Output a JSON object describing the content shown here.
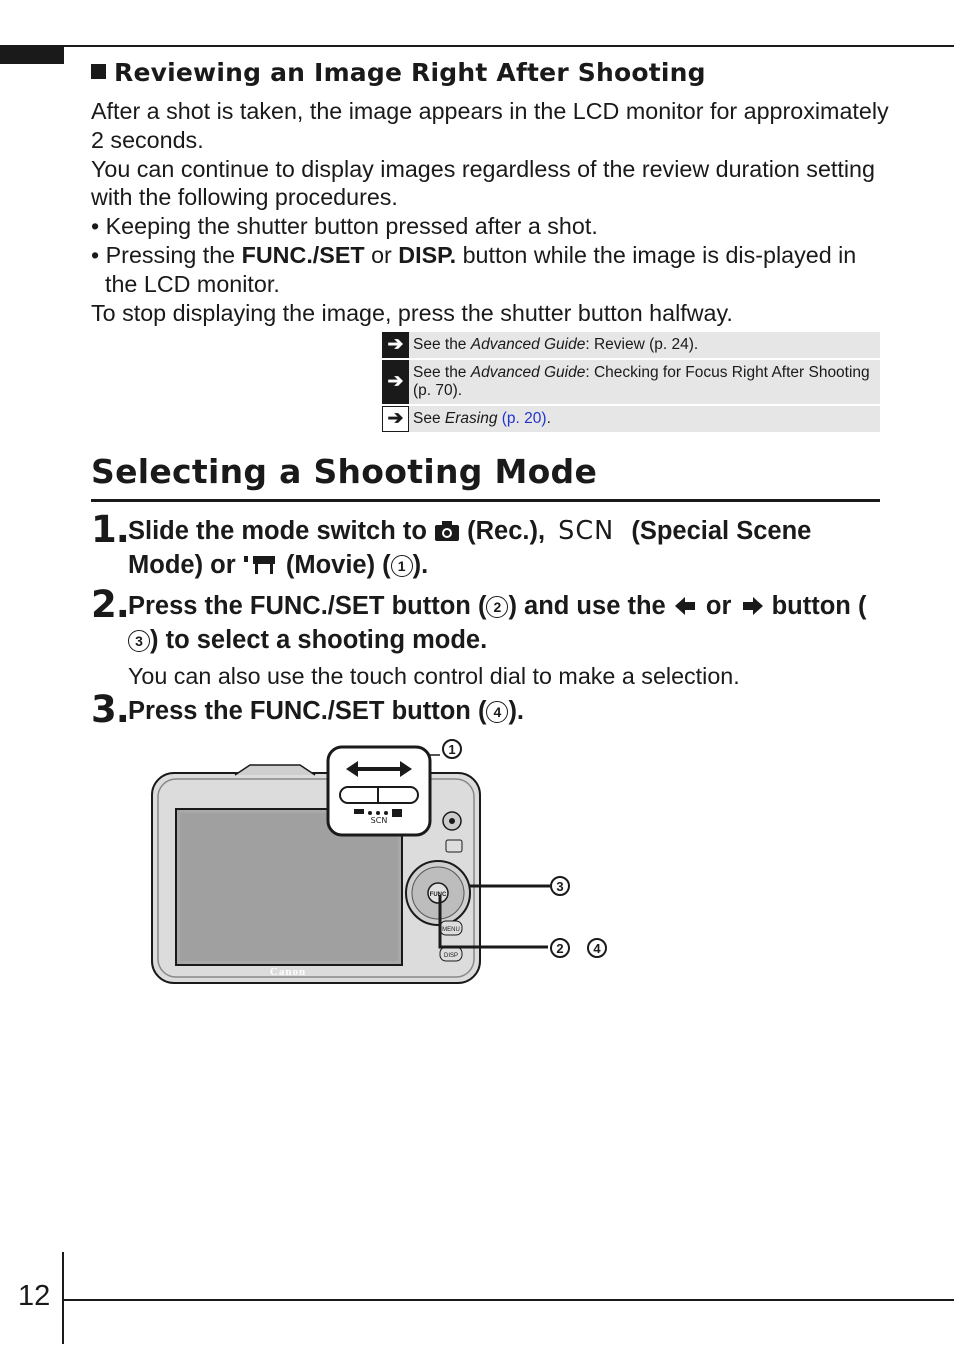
{
  "review": {
    "heading": "Reviewing an Image Right After Shooting",
    "p1": "After a shot is taken, the image appears in the LCD monitor for approximately 2 seconds.",
    "p2": "You can continue to display images regardless of the review duration setting with the following procedures.",
    "bullet1": "Keeping the shutter button pressed after a shot.",
    "bullet2_pre": "Pressing the ",
    "bullet2_func": "FUNC./SET",
    "bullet2_or": " or ",
    "bullet2_disp": "DISP.",
    "bullet2_post": " button while the image is dis-played in the LCD monitor.",
    "p3": "To stop displaying the image, press the shutter button halfway."
  },
  "refs": [
    {
      "pre": "See the ",
      "guide": "Advanced Guide",
      "post": ": Review (p. 24)."
    },
    {
      "pre": "See the ",
      "guide": "Advanced Guide",
      "post": ": Checking for Focus Right After Shooting (p. 70)."
    },
    {
      "pre": "See ",
      "guide": "Erasing",
      "link": "(p. 20)",
      "post": "."
    }
  ],
  "title": "Selecting a Shooting Mode",
  "steps": [
    {
      "num": "1.",
      "a": "Slide the mode switch to",
      "b": "(Rec.),",
      "scn": "SCN",
      "c": "(Special Scene Mode) or",
      "d": "(Movie) (",
      "circle": "1",
      "e": ")."
    },
    {
      "num": "2.",
      "a": "Press the FUNC./SET button (",
      "circle": "2",
      "b": ") and use the",
      "c": "or",
      "d": "button (",
      "circle2": "3",
      "e": ") to select a shooting mode.",
      "note": "You can also use the touch control dial to make a selection."
    },
    {
      "num": "3.",
      "a": "Press the FUNC./SET button (",
      "circle": "4",
      "b": ")."
    }
  ],
  "figure": {
    "callouts": [
      "1",
      "2",
      "3",
      "4"
    ],
    "brand": "Canon",
    "switch_scn": "SCN",
    "func_label": "FUNC",
    "menu_label": "MENU",
    "disp_label": "DISP"
  },
  "page_number": "12"
}
